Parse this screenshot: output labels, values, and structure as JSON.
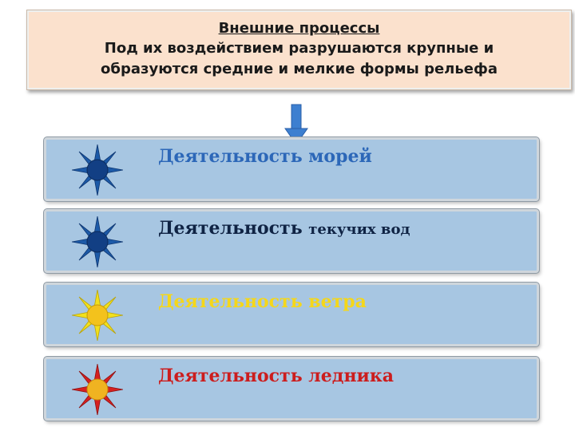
{
  "header": {
    "title": "Внешние процессы",
    "line1": "Под их воздействием разрушаются крупные и",
    "line2": "образуются средние и мелкие формы рельефа"
  },
  "cards": [
    {
      "label": "Деятельность морей",
      "icon": "blue-sun-icon",
      "color": "#2c67b8"
    },
    {
      "label_a": "Деятельность ",
      "label_b": "текучих вод",
      "icon": "blue-sun-icon",
      "color": "#0f2344"
    },
    {
      "label": "Деятельность ветра",
      "icon": "yellow-sun-icon",
      "color": "#f5d71a"
    },
    {
      "label": "Деятельность ледника",
      "icon": "red-sun-icon",
      "color": "#cc1d1d"
    }
  ],
  "colors": {
    "header_bg": "#fbe1cd",
    "card_bg": "#a7c6e2",
    "arrow": "#3d7fd0"
  }
}
